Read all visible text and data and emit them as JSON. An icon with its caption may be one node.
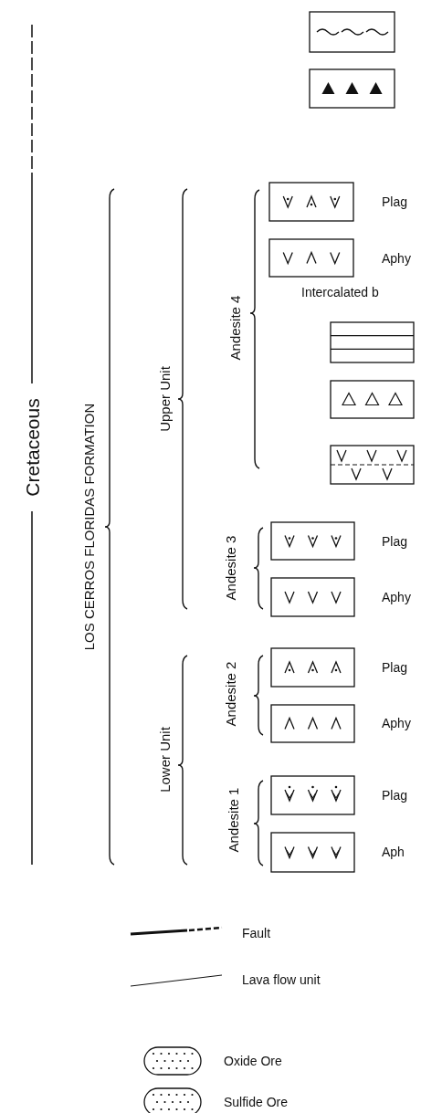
{
  "diagram": {
    "labels": [
      "Cretaceous",
      "LOS CERROS FLORIDAS FORMATION",
      "Upper Unit",
      "Lower Unit",
      "Andesite 4",
      "Andesite 3",
      "Andesite 2",
      "Andesite 1",
      "Plag",
      "Aphy",
      "Intercalated b",
      "Plag",
      "Aphy",
      "Plag",
      "Aphy",
      "Plag",
      "Aph"
    ],
    "legend": [
      {
        "text": "Fault"
      },
      {
        "text": "Lava flow unit"
      },
      {
        "text": "Oxide Ore"
      },
      {
        "text": "Sulfide Ore"
      }
    ]
  }
}
